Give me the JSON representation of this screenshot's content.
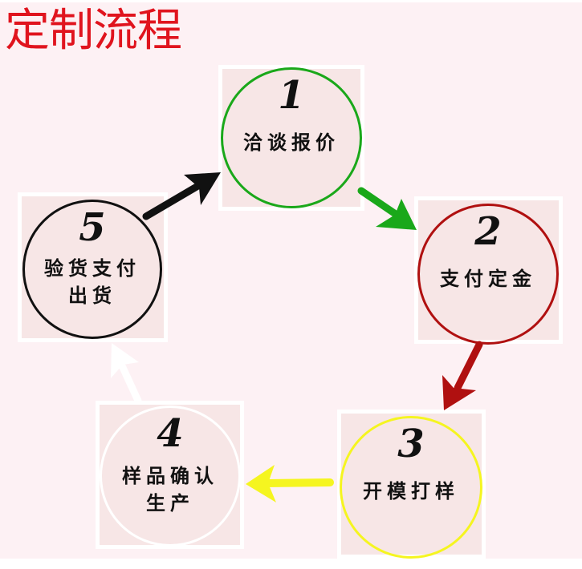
{
  "title": "定制流程",
  "colors": {
    "title": "#e0141e",
    "background": "#fdf1f4",
    "box_fill": "#f7e6e6",
    "step1": "#1aa81a",
    "step2": "#b01010",
    "step3": "#f5f520",
    "step4": "#ffffff",
    "step5": "#111111"
  },
  "steps": [
    {
      "number": "1",
      "label": "洽谈报价",
      "label2": "",
      "circle_color": "#1aa81a"
    },
    {
      "number": "2",
      "label": "支付定金",
      "label2": "",
      "circle_color": "#b01010"
    },
    {
      "number": "3",
      "label": "开模打样",
      "label2": "",
      "circle_color": "#f5f520"
    },
    {
      "number": "4",
      "label": "样品确认",
      "label2": "生产",
      "circle_color": "#ffffff"
    },
    {
      "number": "5",
      "label": "验货支付",
      "label2": "出货",
      "circle_color": "#111111"
    }
  ],
  "arrows": [
    {
      "from": "1",
      "to": "2",
      "color": "#1aa81a"
    },
    {
      "from": "2",
      "to": "3",
      "color": "#b01010"
    },
    {
      "from": "3",
      "to": "4",
      "color": "#f5f520"
    },
    {
      "from": "4",
      "to": "5",
      "color": "#ffffff"
    },
    {
      "from": "5",
      "to": "1",
      "color": "#111111"
    }
  ]
}
